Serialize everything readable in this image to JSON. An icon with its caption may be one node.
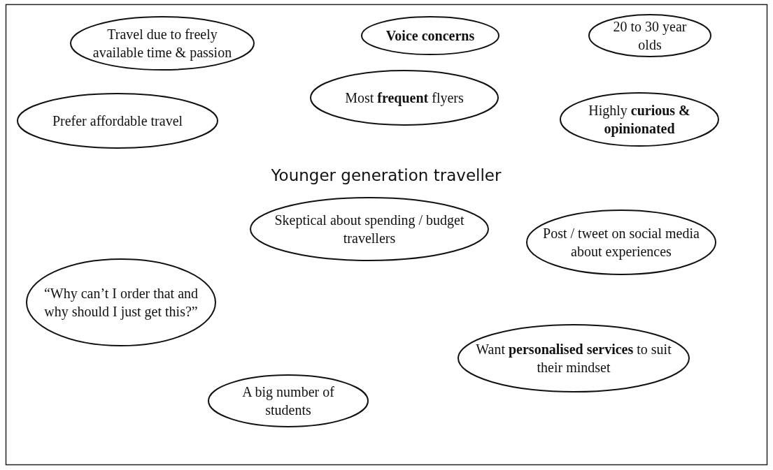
{
  "diagram": {
    "title": "Younger generation traveller",
    "nodes": [
      {
        "text": [
          "Travel due to freely available time & passion"
        ]
      },
      {
        "text": [
          "Voice concerns"
        ]
      },
      {
        "text": [
          "20 to 30 year olds"
        ]
      },
      {
        "text": [
          "Prefer affordable travel"
        ]
      },
      {
        "text": [
          "Most **frequent** flyers"
        ]
      },
      {
        "text": [
          "Highly **curious & opinionated**"
        ]
      },
      {
        "text": [
          "Skeptical about spending / budget travellers"
        ]
      },
      {
        "text": [
          "Post / tweet on social media about experiences"
        ]
      },
      {
        "text": [
          "“Why can’t I order that and why should I just get this?”"
        ]
      },
      {
        "text": [
          "Want **personalised services** to suit their mindset"
        ]
      },
      {
        "text": [
          "A big number of students"
        ]
      }
    ]
  }
}
